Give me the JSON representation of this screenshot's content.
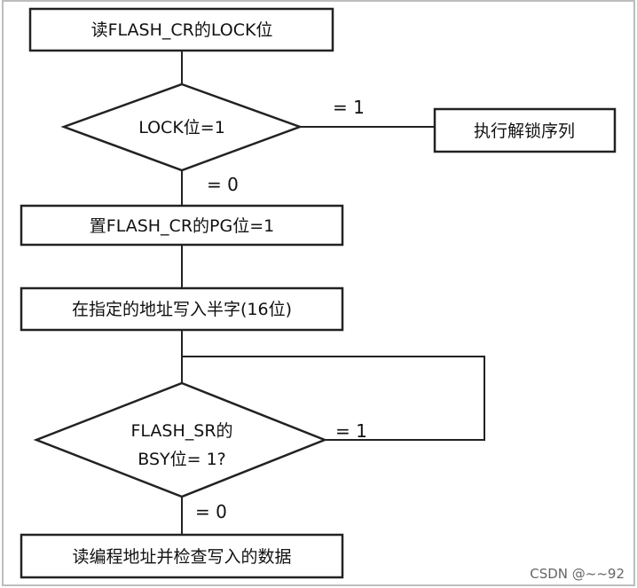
{
  "nodes": {
    "read_lock": "读FLASH_CR的LOCK位",
    "lock_check": "LOCK位=1",
    "unlock_seq": "执行解锁序列",
    "set_pg": "置FLASH_CR的PG位=1",
    "write_halfword": "在指定的地址写入半字(16位)",
    "bsy_check_line1": "FLASH_SR的",
    "bsy_check_line2": "BSY位= 1?",
    "verify": "读编程地址并检查写入的数据"
  },
  "edges": {
    "lock_eq_1": "= 1",
    "lock_eq_0": "= 0",
    "bsy_eq_1": "= 1",
    "bsy_eq_0": "= 0"
  },
  "watermark": "CSDN @~~92"
}
